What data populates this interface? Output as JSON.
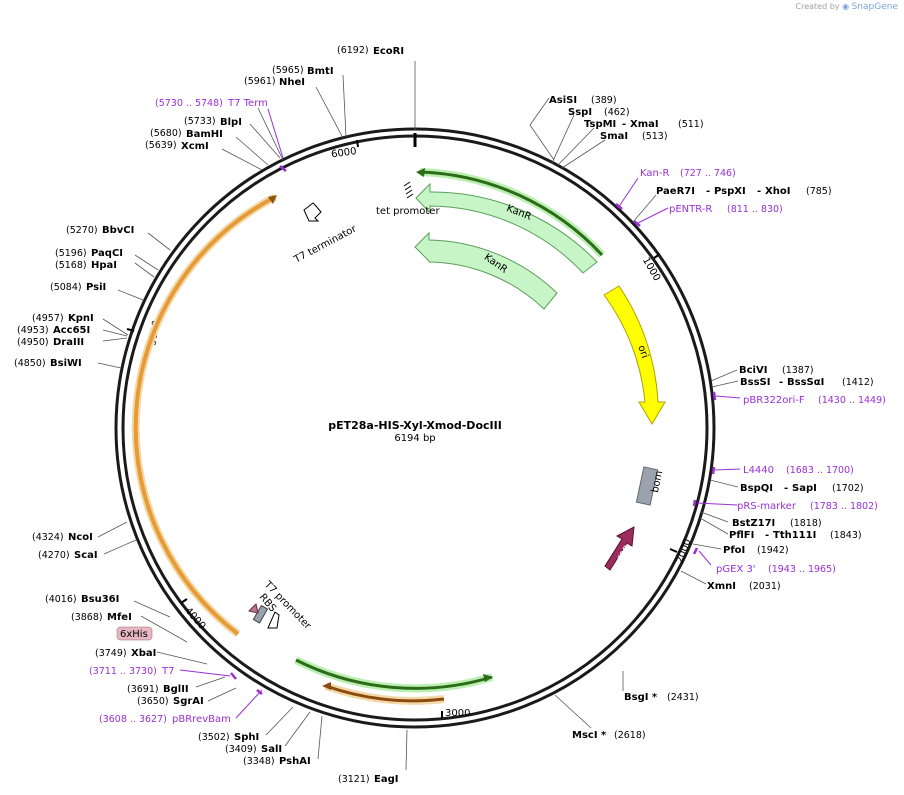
{
  "watermark": {
    "prefix": "Created by",
    "product": "SnapGene"
  },
  "plasmid": {
    "name": "pET28a-HIS-Xyl-Xmod-DocIII",
    "length": "6194 bp"
  },
  "ticks": [
    "1000",
    "2000",
    "3000",
    "4000",
    "5000",
    "6000"
  ],
  "enzymes": {
    "ecori": {
      "pos": "(6192)",
      "name": "EcoRI"
    },
    "bmti": {
      "pos": "(5965)",
      "name": "BmtI"
    },
    "nhei": {
      "pos": "(5961)",
      "name": "NheI"
    },
    "blpi": {
      "pos": "(5733)",
      "name": "BlpI"
    },
    "bamhi": {
      "pos": "(5680)",
      "name": "BamHI"
    },
    "xcmi": {
      "pos": "(5639)",
      "name": "XcmI"
    },
    "bbvci": {
      "pos": "(5270)",
      "name": "BbvCI"
    },
    "paqci": {
      "pos": "(5196)",
      "name": "PaqCI"
    },
    "hpai": {
      "pos": "(5168)",
      "name": "HpaI"
    },
    "psii": {
      "pos": "(5084)",
      "name": "PsiI"
    },
    "kpni": {
      "pos": "(4957)",
      "name": "KpnI"
    },
    "acc65i": {
      "pos": "(4953)",
      "name": "Acc65I"
    },
    "draiii": {
      "pos": "(4950)",
      "name": "DraIII"
    },
    "bsiwi": {
      "pos": "(4850)",
      "name": "BsiWI"
    },
    "ncoi": {
      "pos": "(4324)",
      "name": "NcoI"
    },
    "scai": {
      "pos": "(4270)",
      "name": "ScaI"
    },
    "bsu36i": {
      "pos": "(4016)",
      "name": "Bsu36I"
    },
    "mfei": {
      "pos": "(3868)",
      "name": "MfeI"
    },
    "xbai": {
      "pos": "(3749)",
      "name": "XbaI"
    },
    "bglii": {
      "pos": "(3691)",
      "name": "BglII"
    },
    "sgrai": {
      "pos": "(3650)",
      "name": "SgrAI"
    },
    "sphi": {
      "pos": "(3502)",
      "name": "SphI"
    },
    "sali": {
      "pos": "(3409)",
      "name": "SalI"
    },
    "pshai": {
      "pos": "(3348)",
      "name": "PshAI"
    },
    "eagi": {
      "pos": "(3121)",
      "name": "EagI"
    },
    "asisi": {
      "pos": "(389)",
      "name": "AsiSI"
    },
    "sspi": {
      "pos": "(462)",
      "name": "SspI"
    },
    "tspmi": {
      "name": "TspMI"
    },
    "xmai": {
      "pos": "(511)",
      "name": "XmaI"
    },
    "smai": {
      "pos": "(513)",
      "name": "SmaI"
    },
    "paer7i": {
      "name": "PaeR7I"
    },
    "pspxi": {
      "name": "PspXI"
    },
    "xhoi": {
      "pos": "(785)",
      "name": "XhoI"
    },
    "bcivi": {
      "pos": "(1387)",
      "name": "BciVI"
    },
    "bsssi": {
      "name": "BssSI"
    },
    "bsssai": {
      "pos": "(1412)",
      "name": "BssSαI"
    },
    "bspqi": {
      "name": "BspQI"
    },
    "sapi": {
      "pos": "(1702)",
      "name": "SapI"
    },
    "bstz17i": {
      "pos": "(1818)",
      "name": "BstZ17I"
    },
    "pflfi": {
      "name": "PflFI"
    },
    "tth111i": {
      "pos": "(1843)",
      "name": "Tth111I"
    },
    "pfoi": {
      "pos": "(1942)",
      "name": "PfoI"
    },
    "xmni": {
      "pos": "(2031)",
      "name": "XmnI"
    },
    "bsgi": {
      "pos": "(2431)",
      "name": "BsgI *"
    },
    "msci": {
      "pos": "(2618)",
      "name": "MscI *"
    }
  },
  "primers": {
    "t7term": {
      "name": "T7 Term",
      "pos": "(5730 .. 5748)"
    },
    "kanr": {
      "name": "Kan-R",
      "pos": "(727 .. 746)"
    },
    "pentr": {
      "name": "pENTR-R",
      "pos": "(811 .. 830)"
    },
    "pbr322": {
      "name": "pBR322ori-F",
      "pos": "(1430 .. 1449)"
    },
    "l4440": {
      "name": "L4440",
      "pos": "(1683 .. 1700)"
    },
    "prs": {
      "name": "pRS-marker",
      "pos": "(1783 .. 1802)"
    },
    "pgex": {
      "name": "pGEX 3'",
      "pos": "(1943 .. 1965)"
    },
    "t7": {
      "name": "T7",
      "pos": "(3711 .. 3730)"
    },
    "pbrrev": {
      "name": "pBRrevBam",
      "pos": "(3608 .. 3627)"
    }
  },
  "features": {
    "kanr1": "KanR",
    "kanr2": "KanR",
    "ori": "ori",
    "bom": "bom",
    "rop": "rop",
    "tet_promoter": "tet promoter",
    "t7_terminator": "T7 terminator",
    "t7_promoter": "T7 promoter",
    "rbs": "RBS",
    "his_tag": "6xHis"
  },
  "colors": {
    "backbone": "#1a1a1a",
    "primer": "#9a2fd6",
    "kanr": "#c8f5c8",
    "ori": "#ffff00",
    "bom": "#9aa3ad",
    "rop": "#9b2d5e",
    "insert": "#f3b35a",
    "his_badge": "#e6b7c4"
  }
}
